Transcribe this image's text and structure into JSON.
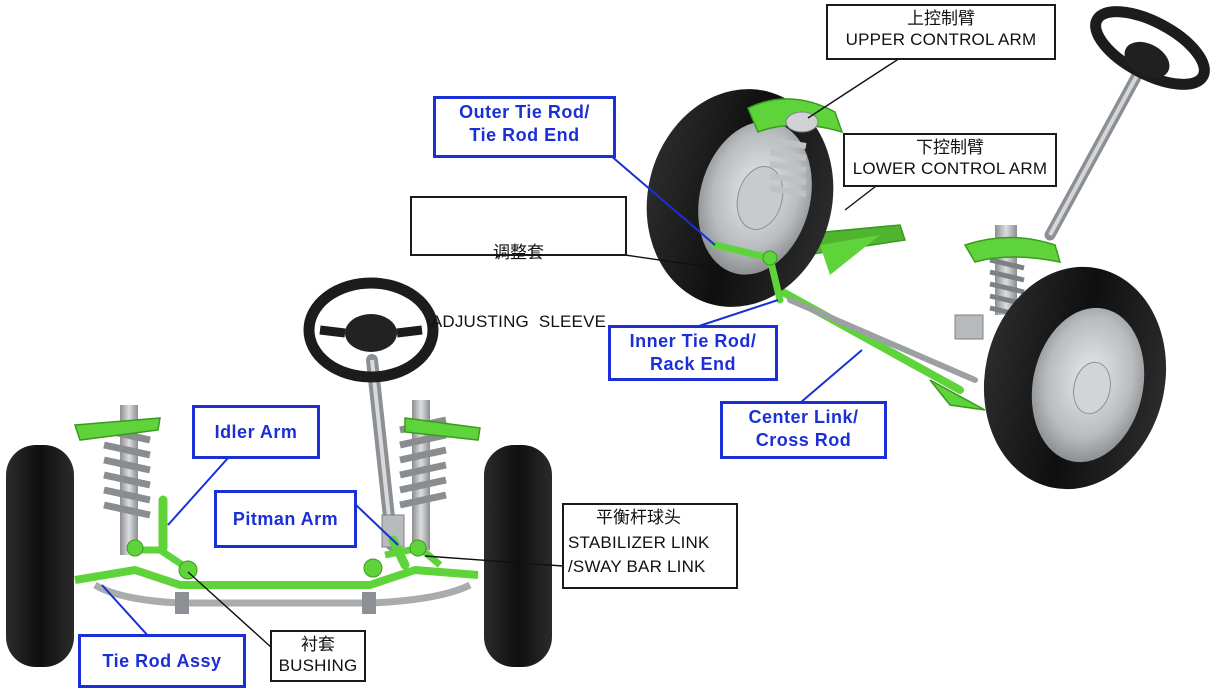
{
  "labels": {
    "upper_control_arm": {
      "cn": "上控制臂",
      "en": "UPPER CONTROL ARM"
    },
    "lower_control_arm": {
      "cn": "下控制臂",
      "en": "LOWER CONTROL ARM"
    },
    "adjusting_sleeve": {
      "cn": "调整套",
      "en": "ADJUSTING  SLEEVE"
    },
    "stabilizer_link": {
      "cn": "平衡杆球头",
      "en": "STABILIZER LINK",
      "en2": "/SWAY BAR LINK"
    },
    "bushing": {
      "cn": "衬套",
      "en": "BUSHING"
    },
    "outer_tie_rod": {
      "line1": "Outer Tie Rod/",
      "line2": "Tie Rod End"
    },
    "inner_tie_rod": {
      "line1": "Inner Tie Rod/",
      "line2": "Rack End"
    },
    "center_link": {
      "line1": "Center Link/",
      "line2": "Cross Rod"
    },
    "idler_arm": {
      "line1": "Idler Arm"
    },
    "pitman_arm": {
      "line1": "Pitman Arm"
    },
    "tie_rod_assy": {
      "line1": "Tie Rod Assy"
    }
  },
  "colors": {
    "part_green": "#5fd33a",
    "tire_black": "#151515",
    "metal_gray": "#a9acaf",
    "label_blue": "#1b2fd6",
    "leader_black": "#111111"
  },
  "icons": {
    "steering_wheel": "steering-wheel-icon",
    "wheel": "wheel-icon",
    "coil_spring": "coil-spring-icon"
  }
}
